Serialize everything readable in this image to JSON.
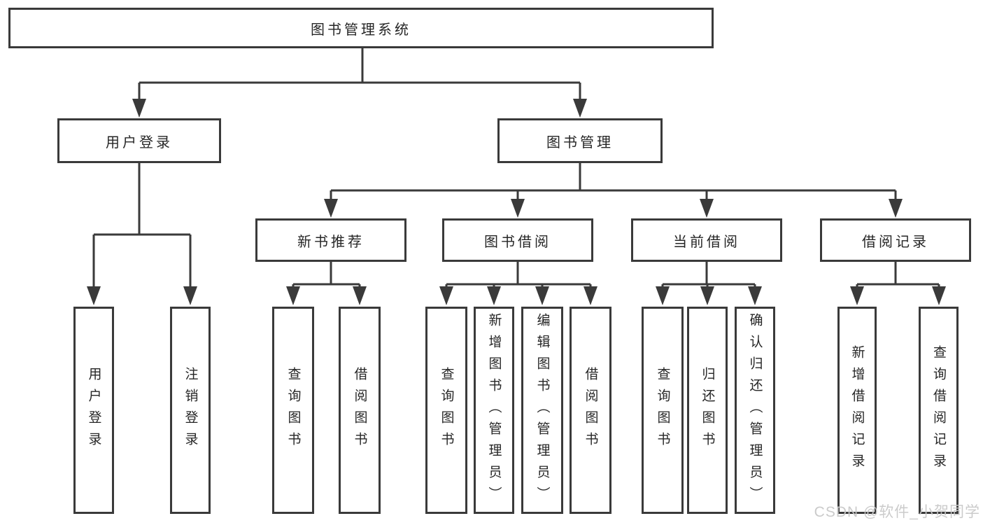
{
  "root": {
    "label": "图书管理系统"
  },
  "branches": [
    {
      "label": "用户登录",
      "children": [
        {
          "label": "用户登录"
        },
        {
          "label": "注销登录"
        }
      ]
    },
    {
      "label": "图书管理",
      "children": [
        {
          "label": "新书推荐",
          "children": [
            {
              "label": "查询图书"
            },
            {
              "label": "借阅图书"
            }
          ]
        },
        {
          "label": "图书借阅",
          "children": [
            {
              "label": "查询图书"
            },
            {
              "label": "新增图书（管理员）"
            },
            {
              "label": "编辑图书（管理员）"
            },
            {
              "label": "借阅图书"
            }
          ]
        },
        {
          "label": "当前借阅",
          "children": [
            {
              "label": "查询图书"
            },
            {
              "label": "归还图书"
            },
            {
              "label": "确认归还（管理员）"
            }
          ]
        },
        {
          "label": "借阅记录",
          "children": [
            {
              "label": "新增借阅记录"
            },
            {
              "label": "查询借阅记录"
            }
          ]
        }
      ]
    }
  ],
  "watermark": {
    "text": "CSDN @软件_小贺同学"
  },
  "colors": {
    "line": "#3a3a3a",
    "text": "#262626",
    "box_background": "#ffffff",
    "page_background": "#ffffff",
    "watermark": "#c9c9c9"
  }
}
